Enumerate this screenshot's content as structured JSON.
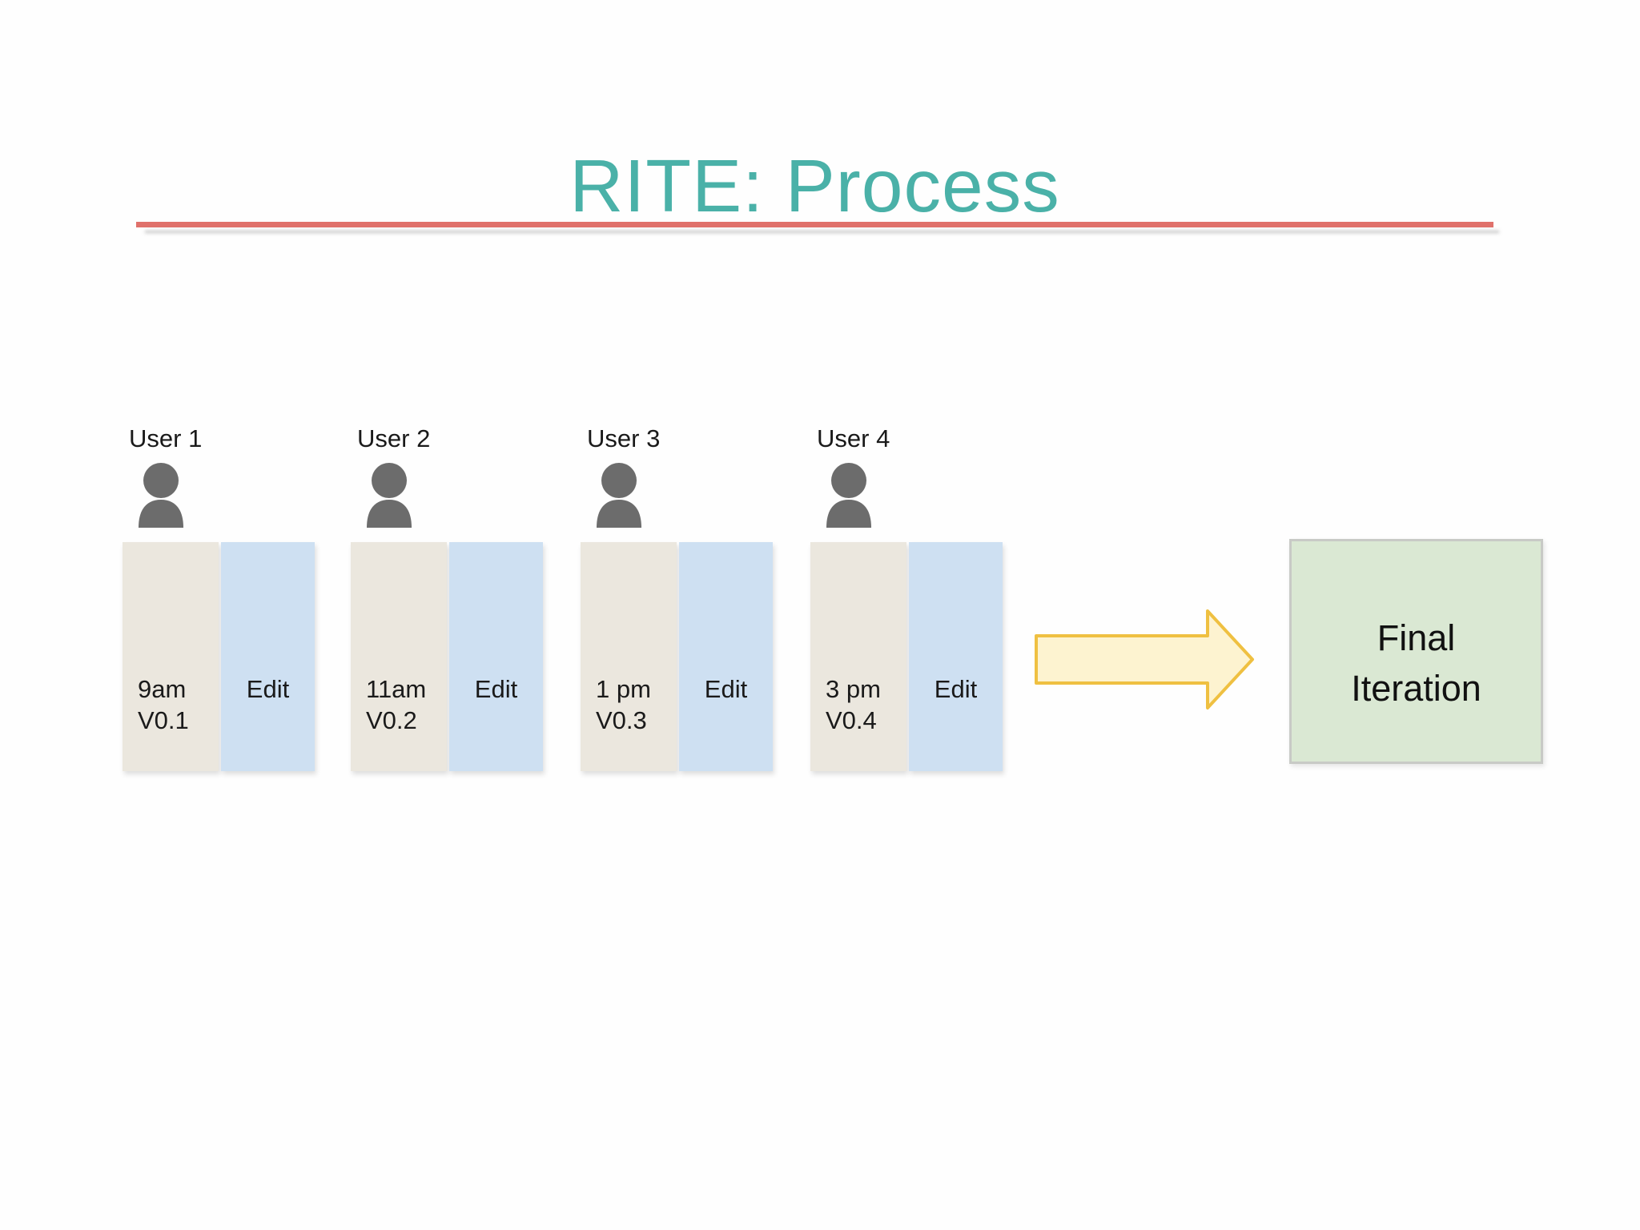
{
  "title": "RITE: Process",
  "users": [
    {
      "label": "User 1",
      "time": "9am",
      "version": "V0.1",
      "edit_label": "Edit"
    },
    {
      "label": "User 2",
      "time": "11am",
      "version": "V0.2",
      "edit_label": "Edit"
    },
    {
      "label": "User 3",
      "time": "1 pm",
      "version": "V0.3",
      "edit_label": "Edit"
    },
    {
      "label": "User 4",
      "time": "3 pm",
      "version": "V0.4",
      "edit_label": "Edit"
    }
  ],
  "final_iteration": {
    "line1": "Final",
    "line2": "Iteration"
  },
  "icons": {
    "user": "user-silhouette-icon",
    "arrow": "right-block-arrow-icon"
  },
  "colors": {
    "title_teal": "#4AB1A8",
    "underline_red": "#E0716B",
    "session_beige": "#EBE7DE",
    "edit_blue": "#CEE0F2",
    "user_icon_gray": "#6C6C6C",
    "arrow_fill": "#FDF3D0",
    "arrow_stroke": "#EFC041",
    "final_green": "#DAE8D3",
    "final_border": "#C8CAC6",
    "text_dark": "#1A1A1A"
  }
}
